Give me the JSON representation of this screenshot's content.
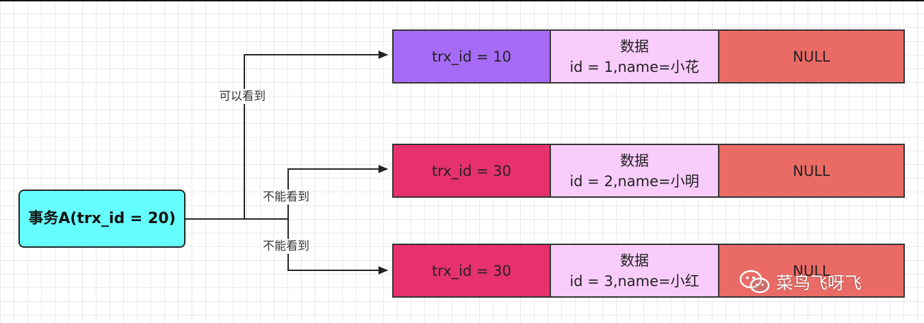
{
  "transaction": {
    "label": "事务A(trx_id = 20)",
    "color": "#66ffff"
  },
  "edges": [
    {
      "label": "可以看到"
    },
    {
      "label": "不能看到"
    },
    {
      "label": "不能看到"
    }
  ],
  "rows": [
    {
      "trx_label": "trx_id = 10",
      "trx_color": "#a56bf7",
      "data_title": "数据",
      "data_value": "id = 1,name=小花",
      "roll_ptr": "NULL"
    },
    {
      "trx_label": "trx_id = 30",
      "trx_color": "#e6316e",
      "data_title": "数据",
      "data_value": "id = 2,name=小明",
      "roll_ptr": "NULL"
    },
    {
      "trx_label": "trx_id = 30",
      "trx_color": "#e6316e",
      "data_title": "数据",
      "data_value": "id = 3,name=小红",
      "roll_ptr": "NULL"
    }
  ],
  "colors": {
    "data_cell": "#f9ccfb",
    "null_cell": "#ea6b66"
  },
  "watermark": {
    "icon": "wechat-icon",
    "text": "菜鸟飞呀飞"
  }
}
